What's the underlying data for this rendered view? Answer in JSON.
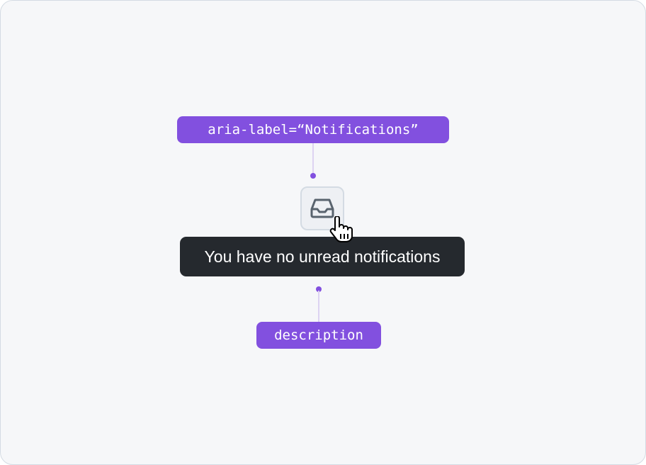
{
  "diagram": {
    "top_label": "aria-label=“Notifications”",
    "bottom_label": "description",
    "tooltip_text": "You have no unread notifications",
    "icon": "inbox-icon",
    "cursor": "pointer-hand-cursor-icon",
    "colors": {
      "accent": "#8250df",
      "connector": "#ddd3f2",
      "tooltip_bg": "#25292e",
      "canvas_bg": "#f6f7f9",
      "button_bg": "#eef0f4",
      "border": "#d4dbe3",
      "icon_color": "#59636e"
    }
  }
}
